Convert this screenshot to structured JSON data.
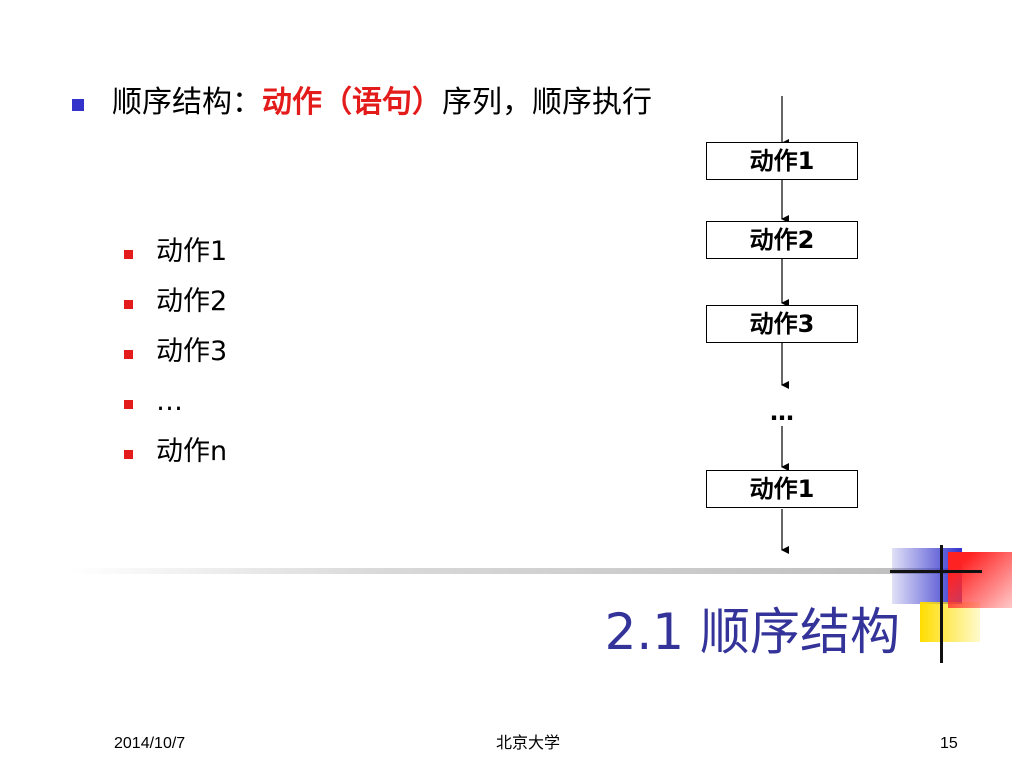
{
  "slide": {
    "main_point": {
      "prefix": "顺序结构：",
      "highlight": "动作（语句）",
      "suffix": "序列，顺序执行"
    },
    "sub_items": [
      "动作1",
      "动作2",
      "动作3",
      "…",
      "动作n"
    ],
    "flowchart": {
      "boxes": [
        "动作1",
        "动作2",
        "动作3",
        "动作1"
      ],
      "ellipsis": "…"
    },
    "title": "2.1 顺序结构"
  },
  "footer": {
    "date": "2014/10/7",
    "organization": "北京大学",
    "page_number": "15"
  },
  "colors": {
    "title": "#333399",
    "highlight": "#e31b1b",
    "main_bullet": "#3333cc",
    "sub_bullet": "#e31b1b"
  }
}
